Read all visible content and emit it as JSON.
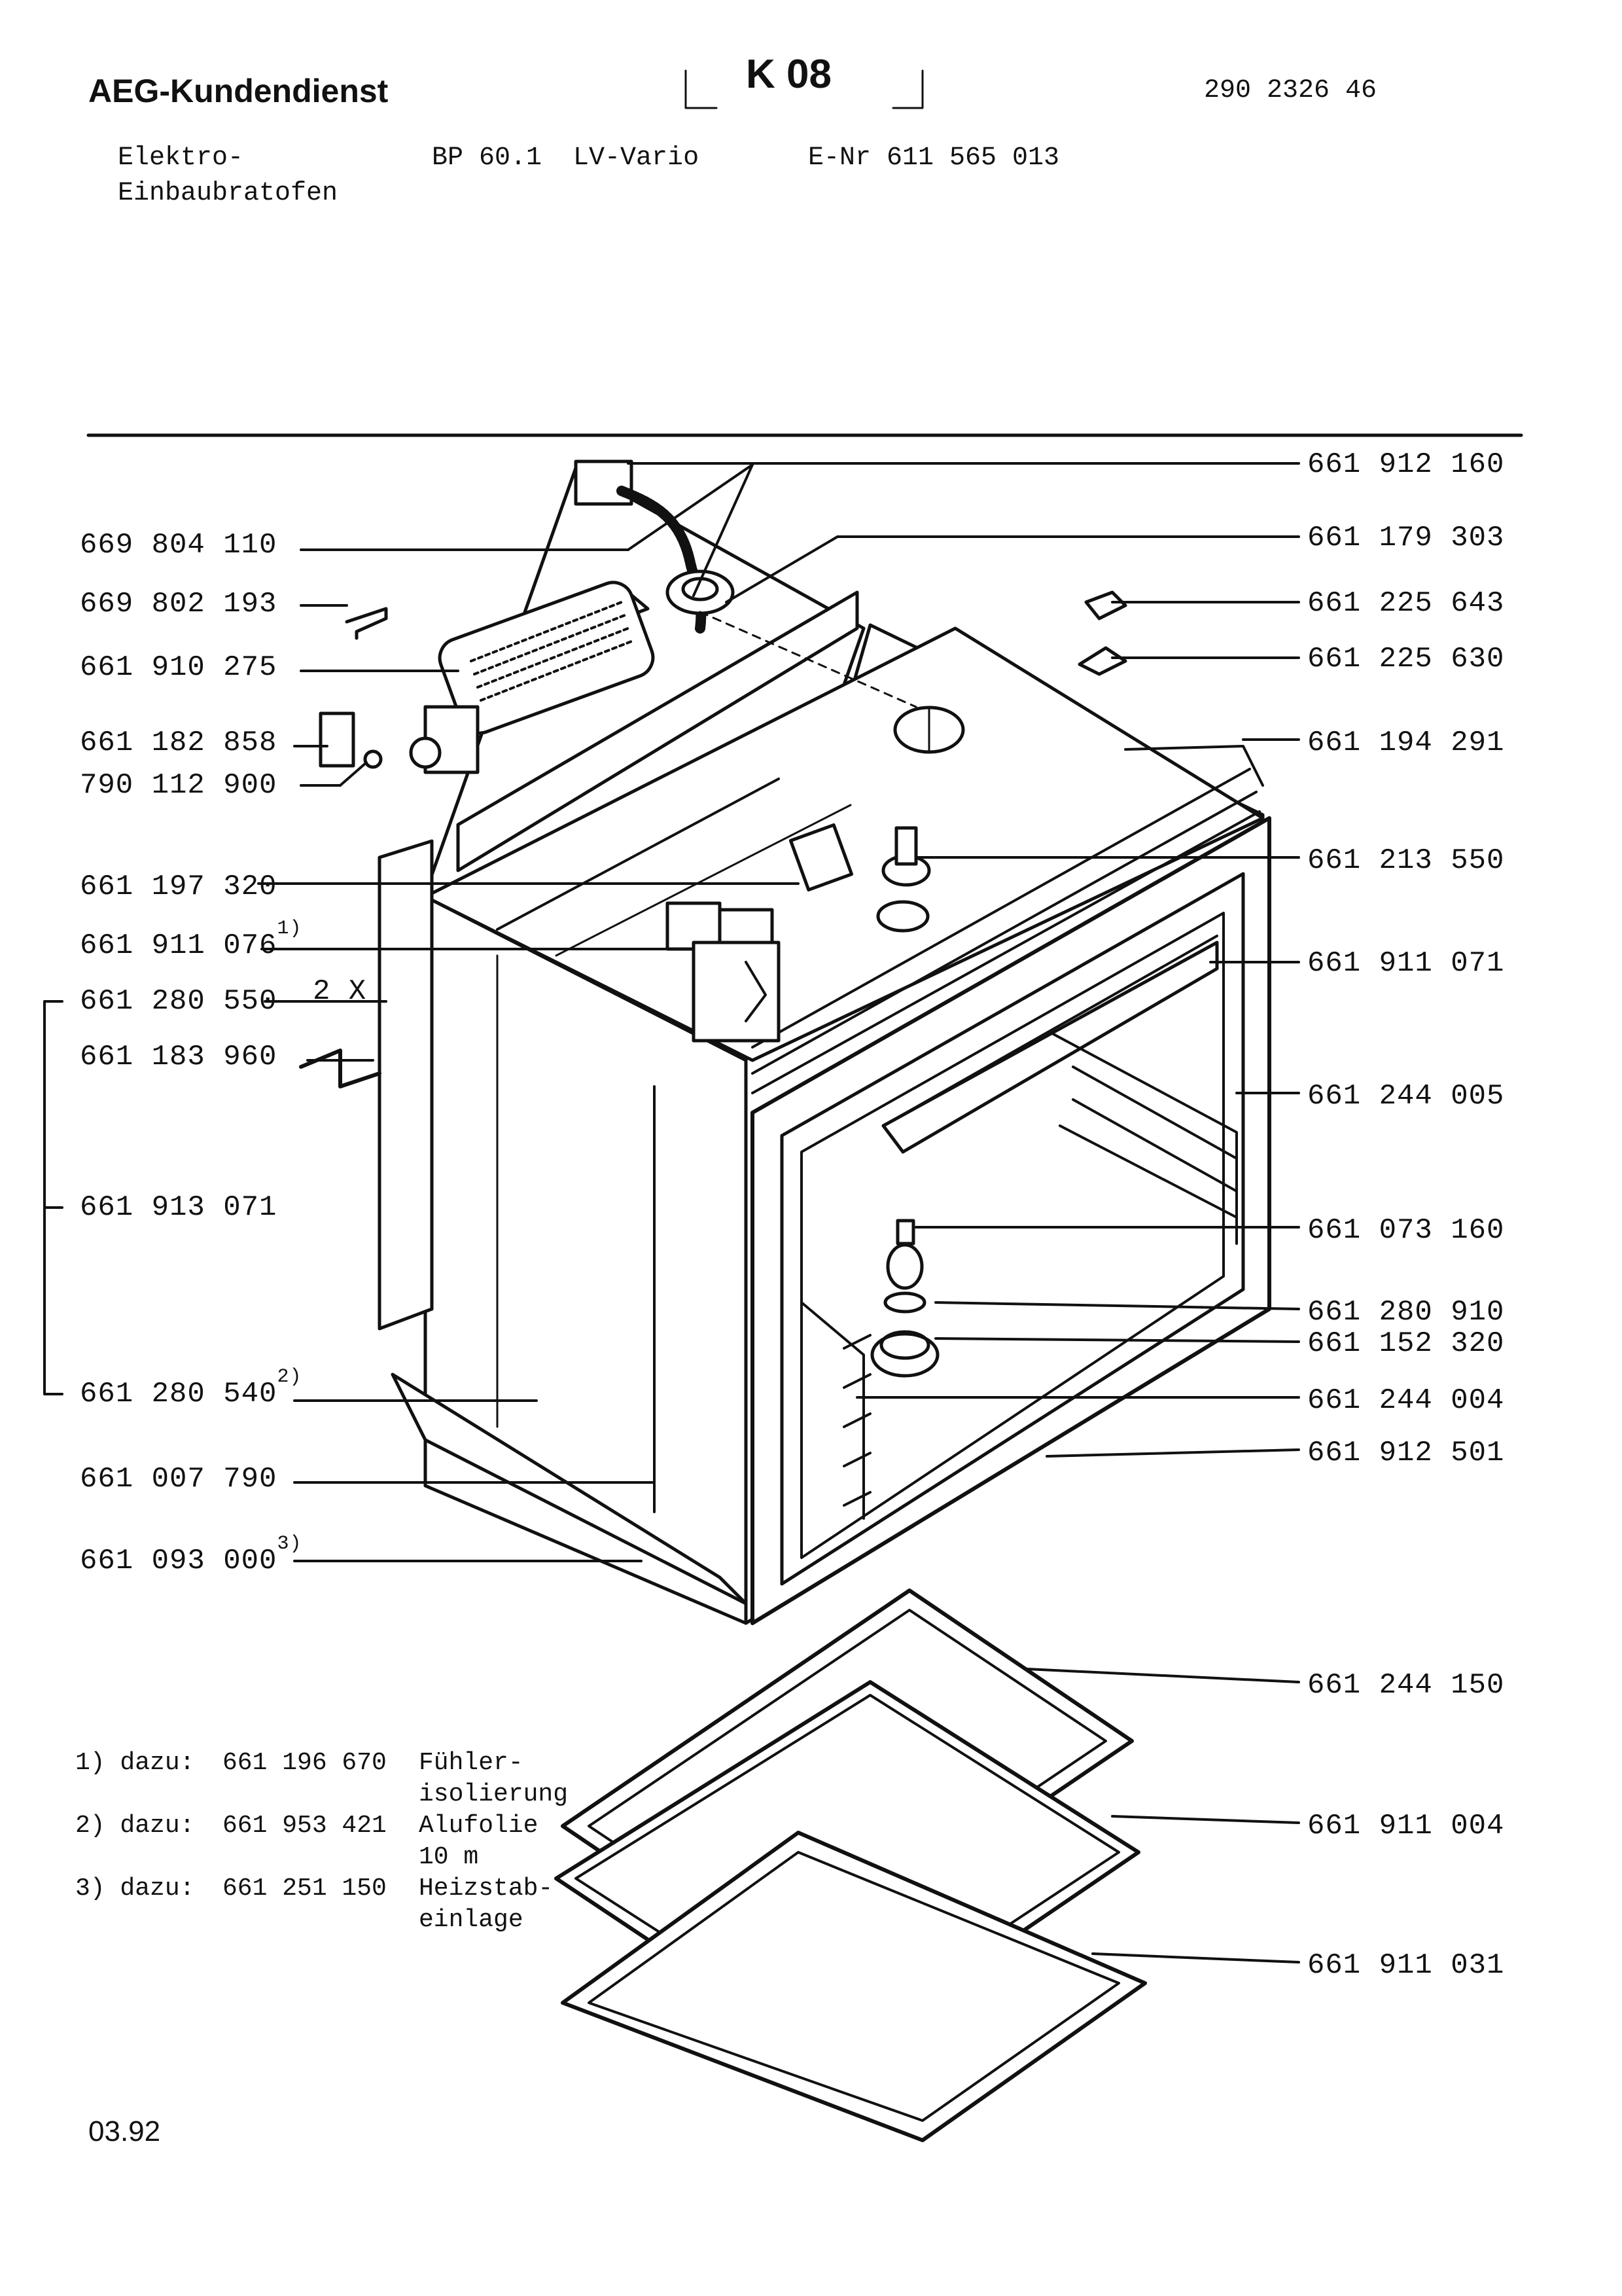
{
  "header": {
    "brand": "AEG-Kundendienst",
    "code": "K 08",
    "doc_number": "290 2326 46",
    "product_line1": "Elektro-",
    "product_line2": "Einbaubratofen",
    "model": "BP 60.1  LV-Vario",
    "enr": "E-Nr 611 565 013"
  },
  "labels_left": [
    {
      "part": "669 804 110"
    },
    {
      "part": "669 802 193"
    },
    {
      "part": "661 910 275"
    },
    {
      "part": "661 182 858"
    },
    {
      "part": "790 112 900"
    },
    {
      "part": "661 197 320"
    },
    {
      "part": "661 911 076",
      "sup": "1)"
    },
    {
      "part": "661 280 550",
      "extra": "2 X"
    },
    {
      "part": "661 183 960"
    },
    {
      "part": "661 913 071"
    },
    {
      "part": "661 280 540",
      "sup": "2)"
    },
    {
      "part": "661 007 790"
    },
    {
      "part": "661 093 000",
      "sup": "3)"
    }
  ],
  "labels_right": [
    "661 912 160",
    "661 179 303",
    "661 225 643",
    "661 225 630",
    "661 194 291",
    "661 213 550",
    "661 911 071",
    "661 244 005",
    "661 073 160",
    "661 280 910",
    "661 152 320",
    "661 244 004",
    "661 912 501",
    "661 244 150",
    "661 911 004",
    "661 911 031"
  ],
  "notes": [
    {
      "marker": "1) dazu:",
      "part": "661 196 670",
      "desc1": "Fühler-",
      "desc2": "isolierung"
    },
    {
      "marker": "2) dazu:",
      "part": "661 953 421",
      "desc1": "Alufolie",
      "desc2": "10 m"
    },
    {
      "marker": "3) dazu:",
      "part": "661 251 150",
      "desc1": "Heizstab-",
      "desc2": "einlage"
    }
  ],
  "footer": {
    "date": "03.92"
  }
}
